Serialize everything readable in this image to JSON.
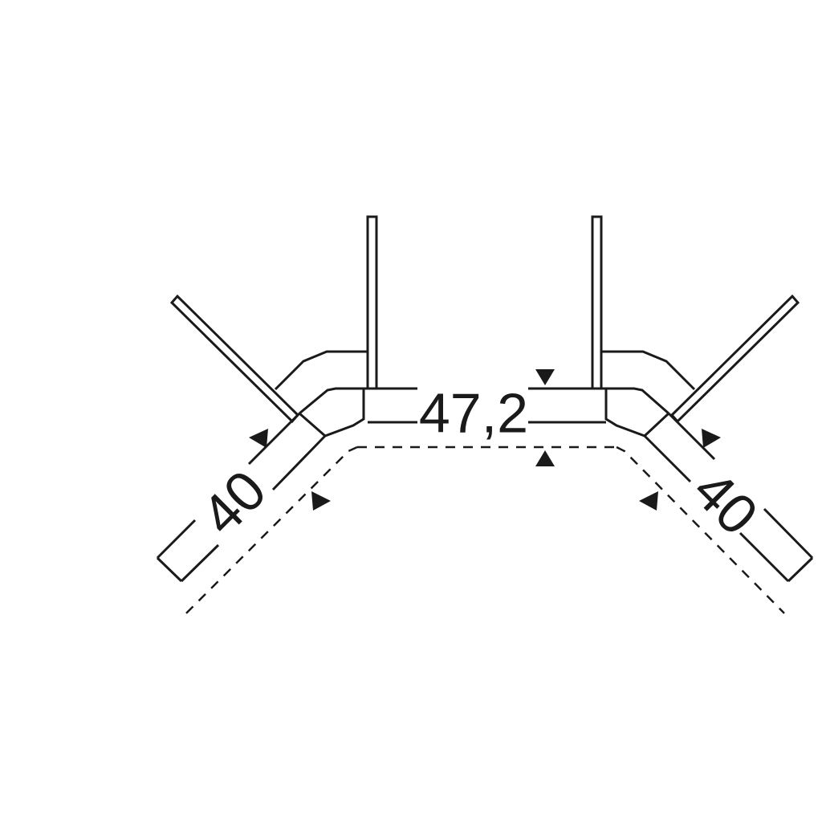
{
  "dimensions": {
    "top_height": "47,2",
    "left_depth": "40",
    "right_depth": "40"
  },
  "colors": {
    "line": "#1a1a1a",
    "background": "#ffffff"
  }
}
